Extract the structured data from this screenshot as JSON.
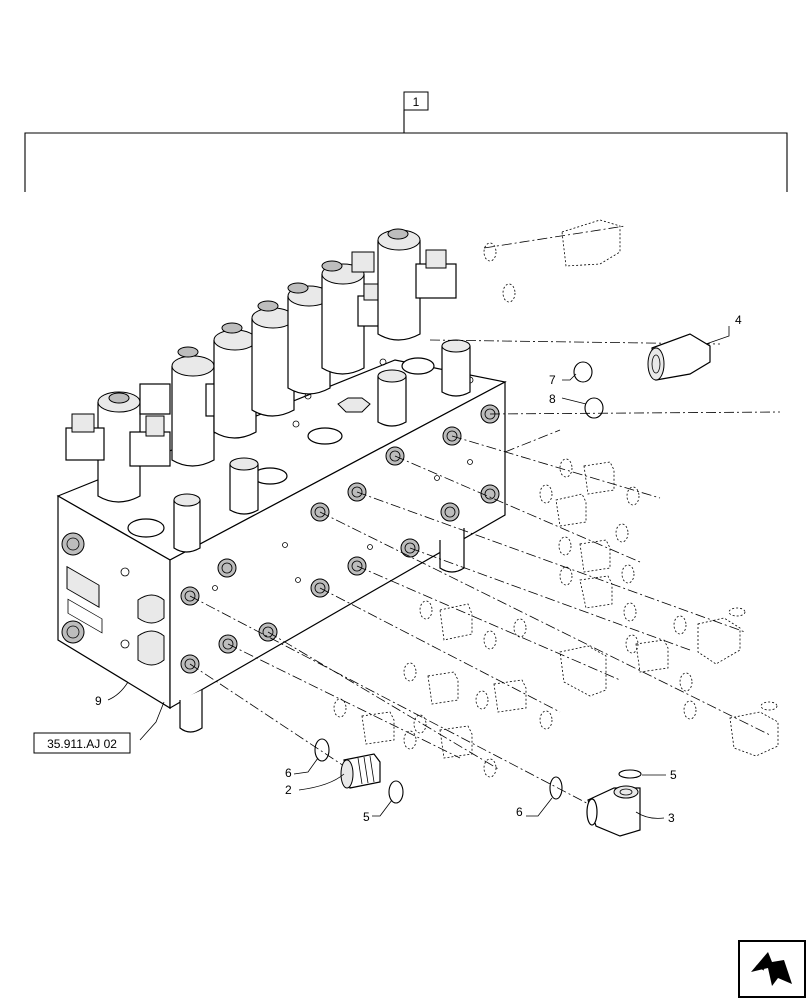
{
  "diagram": {
    "assembly_callout": "1",
    "reference_label": "35.911.AJ 02",
    "callouts": [
      {
        "id": "c-2",
        "text": "2"
      },
      {
        "id": "c-3",
        "text": "3"
      },
      {
        "id": "c-4",
        "text": "4"
      },
      {
        "id": "c-5a",
        "text": "5"
      },
      {
        "id": "c-5b",
        "text": "5"
      },
      {
        "id": "c-6a",
        "text": "6"
      },
      {
        "id": "c-6b",
        "text": "6"
      },
      {
        "id": "c-7",
        "text": "7"
      },
      {
        "id": "c-8",
        "text": "8"
      },
      {
        "id": "c-9",
        "text": "9"
      }
    ]
  },
  "icons": {
    "nav_icon": "next-page-arrow-icon"
  }
}
